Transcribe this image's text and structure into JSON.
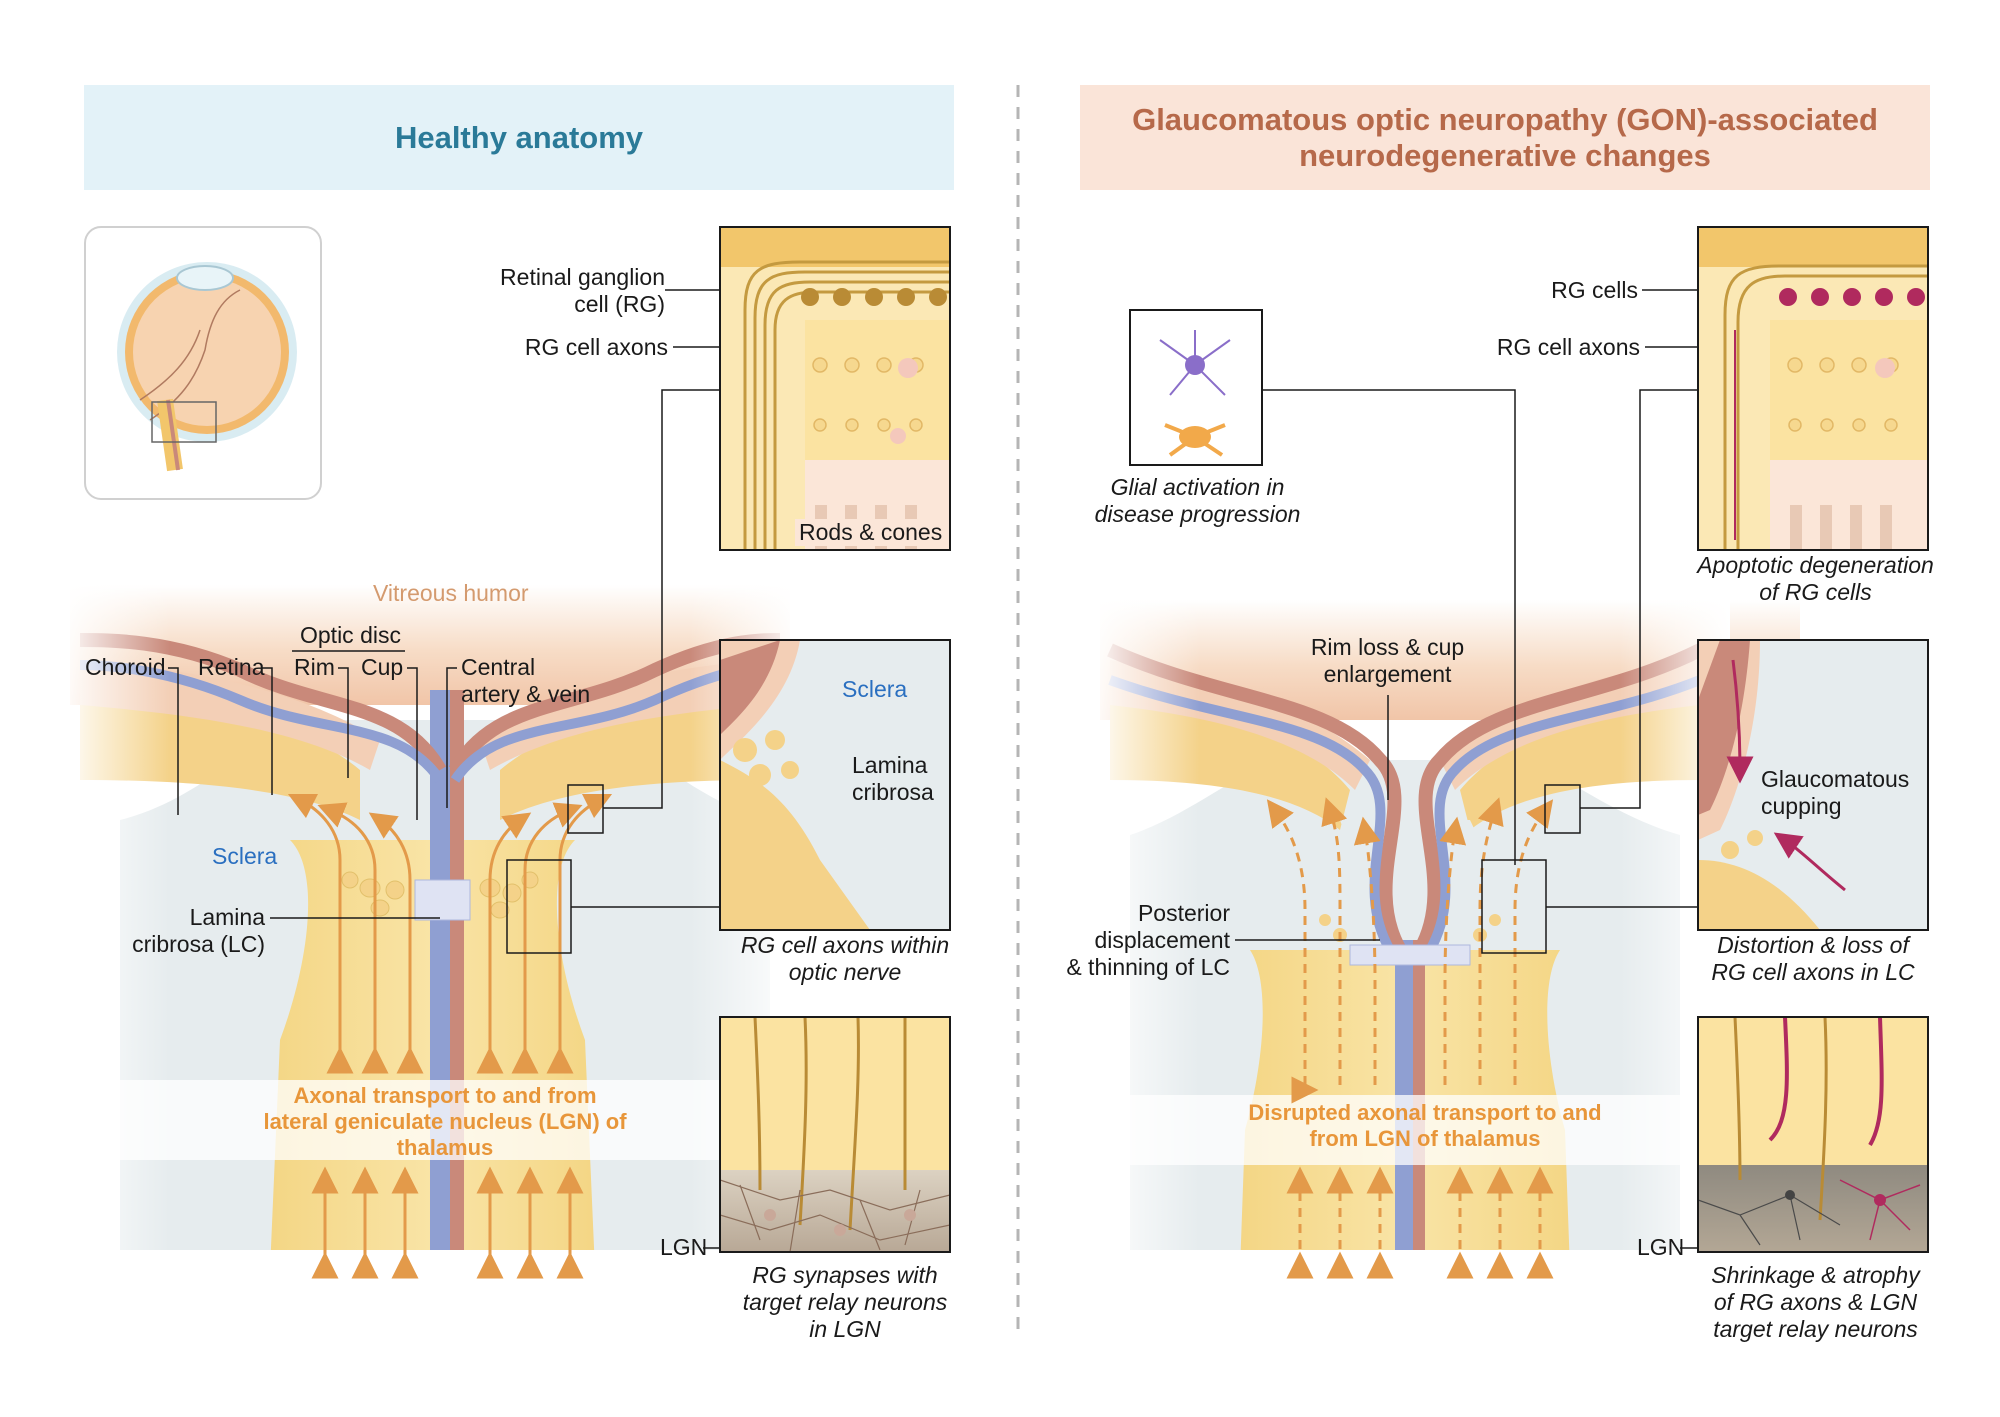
{
  "colors": {
    "healthy_header_bg": "#e3f2f8",
    "healthy_header_text": "#2a7a98",
    "gon_header_bg": "#fae4d8",
    "gon_header_text": "#b6694a",
    "axon": "#f5d98a",
    "vessel_red": "#c9897a",
    "vessel_blue": "#8f9fd2",
    "arrow": "#e39a4a",
    "sclera": "#e6ecee",
    "choroid": "#f3cfb6",
    "sclera_label": "#2a6fc0",
    "vitreous_label": "#d49a6e",
    "degeneration": "#b02a5e"
  },
  "healthy": {
    "header": "Healthy anatomy",
    "vitreous": "Vitreous humor",
    "optic_disc": "Optic disc",
    "choroid": "Choroid",
    "retina": "Retina",
    "rim": "Rim",
    "cup": "Cup",
    "central_vessels": "Central\nartery & vein",
    "sclera": "Sclera",
    "lamina": "Lamina\ncribrosa (LC)",
    "transport": "Axonal transport to and from\nlateral geniculate nucleus (LGN) of\nthalamus",
    "rg_cell": "Retinal ganglion\ncell (RG)",
    "rg_axons": "RG cell axons",
    "rods_cones": "Rods & cones",
    "inset_sclera": "Sclera",
    "inset_lamina": "Lamina\ncribrosa",
    "caption_axons": "RG cell axons within\noptic nerve",
    "lgn": "LGN",
    "caption_lgn": "RG synapses with\ntarget relay neurons\nin LGN"
  },
  "gon": {
    "header": "Glaucomatous optic neuropathy (GON)-associated\nneurodegenerative changes",
    "glial_caption": "Glial activation in\ndisease progression",
    "rim_loss": "Rim loss & cup\nenlargement",
    "posterior": "Posterior\ndisplacement\n& thinning of LC",
    "transport": "Disrupted axonal transport to and\nfrom LGN of thalamus",
    "rg_cells": "RG cells",
    "rg_axons": "RG cell axons",
    "caption_apoptotic": "Apoptotic degeneration\nof RG cells",
    "cupping": "Glaucomatous\ncupping",
    "caption_distortion": "Distortion & loss of\nRG cell axons in LC",
    "lgn": "LGN",
    "caption_shrinkage": "Shrinkage & atrophy\nof RG axons & LGN\ntarget relay neurons"
  }
}
